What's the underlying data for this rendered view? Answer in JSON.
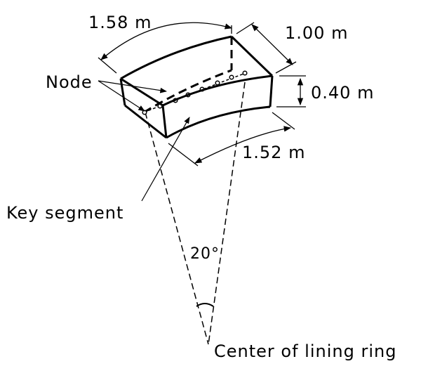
{
  "labels": {
    "width_top": "1.58 m",
    "depth": "1.00 m",
    "height": "0.40 m",
    "width_bottom": "1.52 m",
    "node": "Node",
    "key_segment": "Key segment",
    "angle": "20°",
    "center": "Center of lining ring"
  }
}
